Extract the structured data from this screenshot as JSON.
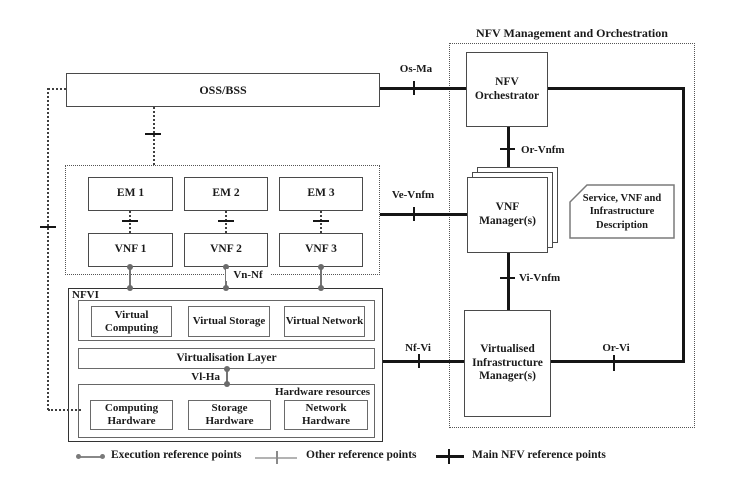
{
  "diagram": {
    "title": "NFV Management and Orchestration",
    "boxes": {
      "oss_bss": "OSS/BSS",
      "em1": "EM 1",
      "em2": "EM 2",
      "em3": "EM 3",
      "vnf1": "VNF 1",
      "vnf2": "VNF 2",
      "vnf3": "VNF 3",
      "nfvi_label": "NFVI",
      "virtual_computing": "Virtual Computing",
      "virtual_storage": "Virtual Storage",
      "virtual_network": "Virtual Network",
      "virtualisation_layer": "Virtualisation Layer",
      "hardware_resources_label": "Hardware resources",
      "computing_hardware": "Computing Hardware",
      "storage_hardware": "Storage Hardware",
      "network_hardware": "Network Hardware",
      "nfv_orchestrator": "NFV Orchestrator",
      "vnf_managers": "VNF Manager(s)",
      "vim": "Virtualised Infrastructure Manager(s)",
      "service_description": "Service, VNF and Infrastructure Description"
    },
    "reference_points": {
      "os_ma": "Os-Ma",
      "or_vnfm": "Or-Vnfm",
      "ve_vnfm": "Ve-Vnfm",
      "vi_vnfm": "Vi-Vnfm",
      "vn_nf": "Vn-Nf",
      "nf_vi": "Nf-Vi",
      "or_vi": "Or-Vi",
      "vl_ha": "Vl-Ha"
    },
    "legend": {
      "execution": "Execution reference points",
      "other": "Other reference points",
      "main": "Main NFV reference points"
    },
    "colors": {
      "background": "#ffffff",
      "main_line": "#151515",
      "other_line": "#3f3f3f",
      "execution_line": "#757575",
      "box_border": "#4a4a4a",
      "text": "#1a1a1a"
    }
  }
}
